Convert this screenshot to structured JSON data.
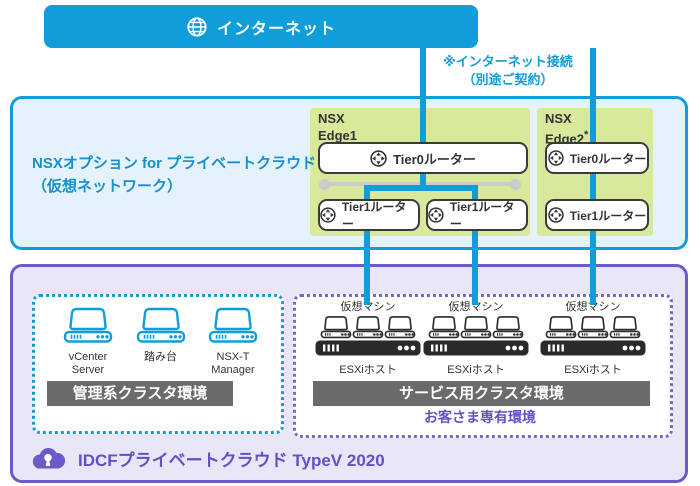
{
  "colors": {
    "blue": "#119dda",
    "blue_fill": "#e4f2fb",
    "blue_text": "#178fcc",
    "green": "#d9e99b",
    "purple": "#6a5bc8",
    "purple_fill": "#e9e6f8",
    "purple_dots": "#7667cf",
    "purple_text": "#5e52c8",
    "gray_bar": "#6b6b6b",
    "gray_seg": "#cccccc",
    "dark": "#333333"
  },
  "internet_bar": {
    "label": "インターネット"
  },
  "connection_note": {
    "line1": "※インターネット接続",
    "line2": "（別途ご契約）"
  },
  "nsx_section": {
    "title_line1": "NSXオプション for プライベートクラウド",
    "title_line2": "（仮想ネットワーク）",
    "edge1": {
      "name_line1": "NSX",
      "name_line2": "Edge1",
      "tier0_label": "Tier0ルーター",
      "tier1_left_label": "Tier1ルーター",
      "tier1_right_label": "Tier1ルーター"
    },
    "edge2": {
      "name_line1": "NSX",
      "name_line2": "Edge2",
      "name_superscript": "*",
      "tier0_label": "Tier0ルーター",
      "tier1_label": "Tier1ルーター"
    }
  },
  "private_cloud": {
    "title": "IDCFプライベートクラウド TypeV 2020",
    "management_cluster": {
      "servers": [
        {
          "label": "vCenter Server"
        },
        {
          "label": "踏み台"
        },
        {
          "label": "NSX-T Manager"
        }
      ],
      "bar_label": "管理系クラスタ環境"
    },
    "service_cluster": {
      "vm_label": "仮想マシン",
      "host_label": "ESXiホスト",
      "bar_label": "サービス用クラスタ環境",
      "dedicated_label": "お客さま専有環境"
    }
  }
}
